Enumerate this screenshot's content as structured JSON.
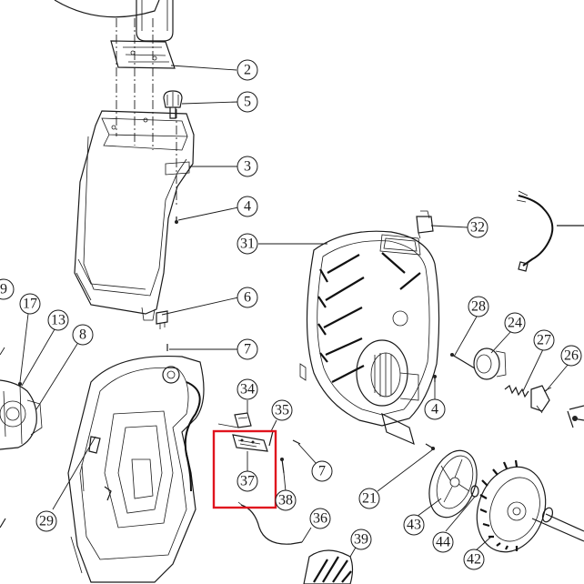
{
  "colors": {
    "highlight_box": "#e0141e",
    "line": "#1a1a1a",
    "background": "#ffffff"
  },
  "callouts": [
    {
      "id": "c2",
      "label": "2"
    },
    {
      "id": "c5",
      "label": "5"
    },
    {
      "id": "c3",
      "label": "3"
    },
    {
      "id": "c4a",
      "label": "4"
    },
    {
      "id": "c6",
      "label": "6"
    },
    {
      "id": "c7a",
      "label": "7"
    },
    {
      "id": "c9",
      "label": "9"
    },
    {
      "id": "c17",
      "label": "17"
    },
    {
      "id": "c13",
      "label": "13"
    },
    {
      "id": "c8",
      "label": "8"
    },
    {
      "id": "c31",
      "label": "31"
    },
    {
      "id": "c32",
      "label": "32"
    },
    {
      "id": "c28",
      "label": "28"
    },
    {
      "id": "c24",
      "label": "24"
    },
    {
      "id": "c27",
      "label": "27"
    },
    {
      "id": "c26",
      "label": "26"
    },
    {
      "id": "c4b",
      "label": "4"
    },
    {
      "id": "c34",
      "label": "34"
    },
    {
      "id": "c35",
      "label": "35"
    },
    {
      "id": "c7b",
      "label": "7"
    },
    {
      "id": "c37",
      "label": "37"
    },
    {
      "id": "c38",
      "label": "38"
    },
    {
      "id": "c21",
      "label": "21"
    },
    {
      "id": "c29",
      "label": "29"
    },
    {
      "id": "c36",
      "label": "36"
    },
    {
      "id": "c39",
      "label": "39"
    },
    {
      "id": "c43",
      "label": "43"
    },
    {
      "id": "c44",
      "label": "44"
    },
    {
      "id": "c42",
      "label": "42"
    }
  ]
}
